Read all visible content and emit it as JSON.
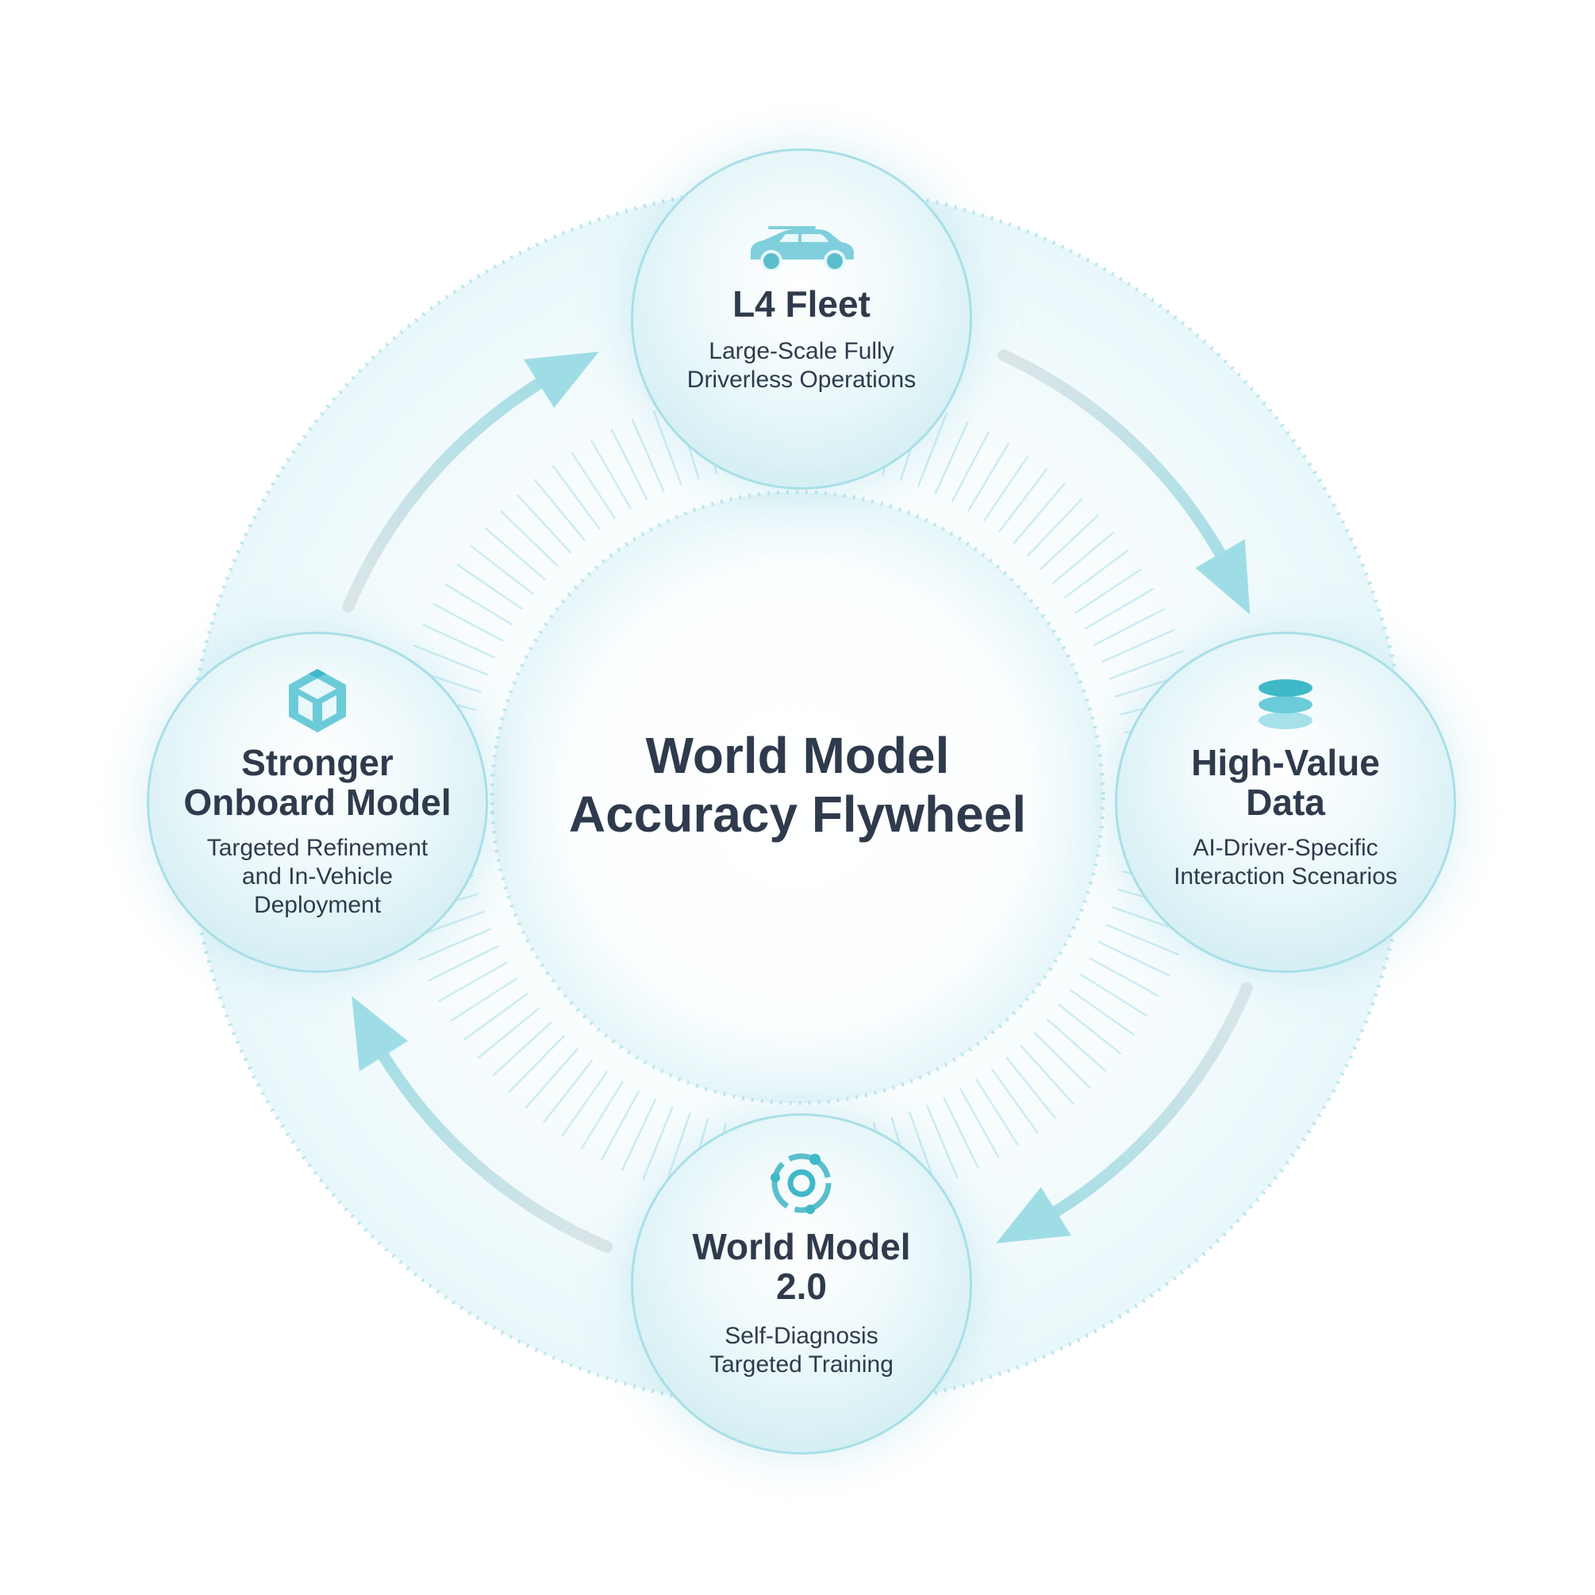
{
  "center": {
    "title_line1": "World Model",
    "title_line2": "Accuracy Flywheel"
  },
  "nodes": {
    "top": {
      "icon": "car-icon",
      "title_lines": [
        "L4 Fleet"
      ],
      "subtitle_lines": [
        "Large-Scale Fully",
        "Driverless Operations"
      ]
    },
    "right": {
      "icon": "database-icon",
      "title_lines": [
        "High-Value",
        "Data"
      ],
      "subtitle_lines": [
        "AI-Driver-Specific",
        "Interaction Scenarios"
      ]
    },
    "bottom": {
      "icon": "orbit-icon",
      "title_lines": [
        "World Model",
        "2.0"
      ],
      "subtitle_lines": [
        "Self-Diagnosis",
        "Targeted Training"
      ]
    },
    "left": {
      "icon": "cube-icon",
      "title_lines": [
        "Stronger",
        "Onboard Model"
      ],
      "subtitle_lines": [
        "Targeted Refinement",
        "and In-Vehicle",
        "Deployment"
      ]
    }
  },
  "colors": {
    "accent": "#9fdde6",
    "accent_dark": "#3fb8c8",
    "text": "#2f3b4c",
    "tail": "#dde6e8"
  }
}
